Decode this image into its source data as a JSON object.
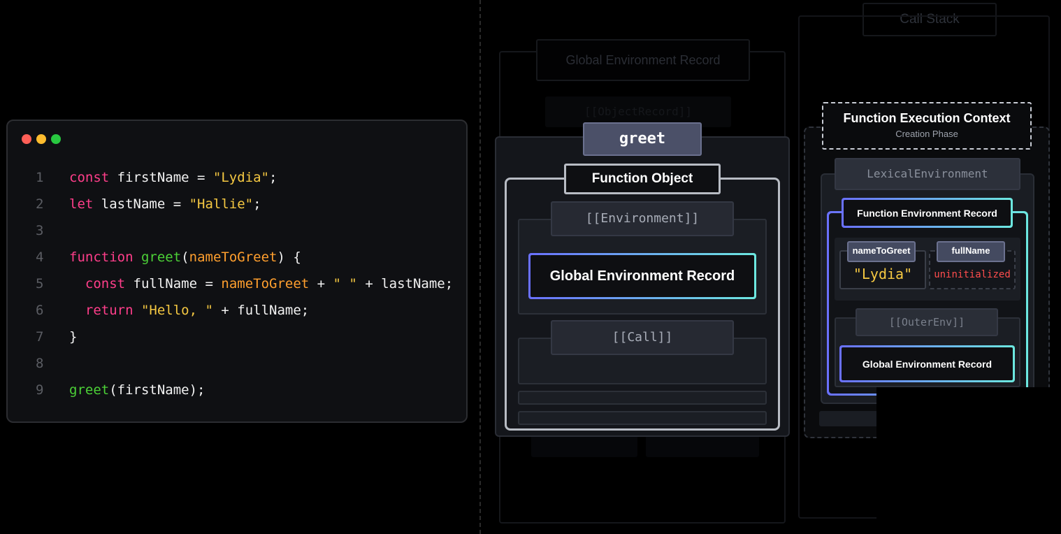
{
  "code": {
    "window_dots": [
      "#ff5f57",
      "#febc2e",
      "#28c840"
    ],
    "lines": [
      {
        "num": "1",
        "tokens": [
          {
            "t": "const",
            "c": "kw"
          },
          {
            "t": " firstName = ",
            "c": "id"
          },
          {
            "t": "\"Lydia\"",
            "c": "str"
          },
          {
            "t": ";",
            "c": "id"
          }
        ]
      },
      {
        "num": "2",
        "tokens": [
          {
            "t": "let",
            "c": "kw"
          },
          {
            "t": " lastName = ",
            "c": "id"
          },
          {
            "t": "\"Hallie\"",
            "c": "str"
          },
          {
            "t": ";",
            "c": "id"
          }
        ]
      },
      {
        "num": "3",
        "tokens": []
      },
      {
        "num": "4",
        "tokens": [
          {
            "t": "function",
            "c": "kw"
          },
          {
            "t": " ",
            "c": "id"
          },
          {
            "t": "greet",
            "c": "fn"
          },
          {
            "t": "(",
            "c": "id"
          },
          {
            "t": "nameToGreet",
            "c": "prm"
          },
          {
            "t": ") {",
            "c": "id"
          }
        ]
      },
      {
        "num": "5",
        "tokens": [
          {
            "t": "  ",
            "c": "id"
          },
          {
            "t": "const",
            "c": "kw"
          },
          {
            "t": " fullName = ",
            "c": "id"
          },
          {
            "t": "nameToGreet",
            "c": "prm"
          },
          {
            "t": " + ",
            "c": "id"
          },
          {
            "t": "\" \"",
            "c": "str"
          },
          {
            "t": " + lastName;",
            "c": "id"
          }
        ]
      },
      {
        "num": "6",
        "tokens": [
          {
            "t": "  ",
            "c": "id"
          },
          {
            "t": "return",
            "c": "kw"
          },
          {
            "t": " ",
            "c": "id"
          },
          {
            "t": "\"Hello, \"",
            "c": "str"
          },
          {
            "t": " + fullName;",
            "c": "id"
          }
        ]
      },
      {
        "num": "7",
        "tokens": [
          {
            "t": "}",
            "c": "id"
          }
        ]
      },
      {
        "num": "8",
        "tokens": []
      },
      {
        "num": "9",
        "tokens": [
          {
            "t": "greet",
            "c": "fn"
          },
          {
            "t": "(firstName);",
            "c": "id"
          }
        ]
      }
    ]
  },
  "background": {
    "call_stack_label": "Call Stack",
    "global_env_record_label": "Global Environment Record",
    "object_record_label": "[[ObjectRecord]]"
  },
  "function_object": {
    "name_tab": "greet",
    "title": "Function Object",
    "environment_slot": "[[Environment]]",
    "environment_value": "Global Environment Record",
    "call_slot": "[[Call]]"
  },
  "execution_context": {
    "title": "Function Execution Context",
    "phase": "Creation Phase",
    "lexical_env_label": "LexicalEnvironment",
    "function_env_record": "Function Environment Record",
    "bindings": [
      {
        "name": "nameToGreet",
        "value": "\"Lydia\"",
        "state": "initialized"
      },
      {
        "name": "fullName",
        "value": "uninitialized",
        "state": "uninitialized"
      }
    ],
    "outer_env_slot": "[[OuterEnv]]",
    "outer_env_value": "Global Environment Record"
  },
  "colors": {
    "keyword": "#ff3e8a",
    "function": "#4cd137",
    "string": "#f5c842",
    "param": "#ff9f2e",
    "uninitialized": "#ff4d4d"
  }
}
